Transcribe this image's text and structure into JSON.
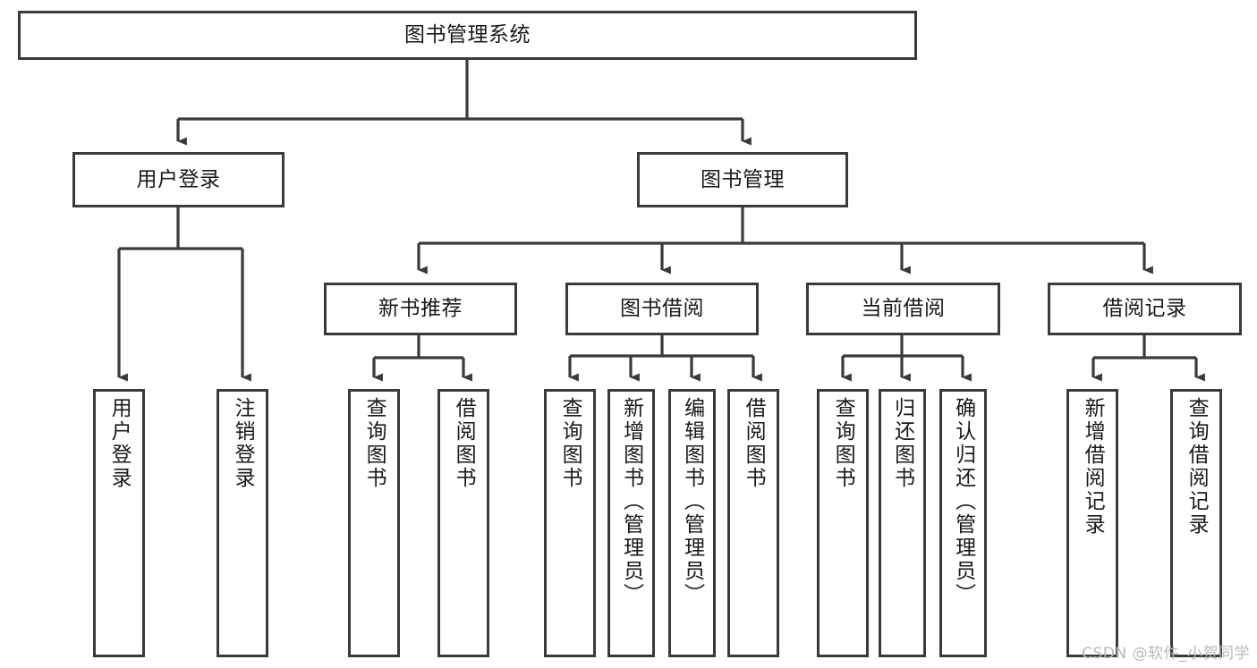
{
  "diagram": {
    "title": "图书管理系统",
    "type": "tree-hierarchy-flowchart",
    "colors": {
      "box_border": "#3a3a3a",
      "box_fill": "#ffffff",
      "edge": "#3a3a3a",
      "text": "#1a1a1a",
      "watermark": "#b9b9b9",
      "background": "#ffffff"
    },
    "watermark": "CSDN @软件_小贺同学",
    "levels": {
      "root": {
        "label": "图书管理系统"
      },
      "level2": [
        {
          "label": "用户登录"
        },
        {
          "label": "图书管理"
        }
      ],
      "level3": [
        {
          "label": "新书推荐"
        },
        {
          "label": "图书借阅"
        },
        {
          "label": "当前借阅"
        },
        {
          "label": "借阅记录"
        }
      ],
      "level4": [
        {
          "label": "用户登录",
          "parent": "用户登录"
        },
        {
          "label": "注销登录",
          "parent": "用户登录"
        },
        {
          "label": "查询图书",
          "parent": "新书推荐"
        },
        {
          "label": "借阅图书",
          "parent": "新书推荐"
        },
        {
          "label": "查询图书",
          "parent": "图书借阅"
        },
        {
          "label": "新增图书（管理员）",
          "parent": "图书借阅"
        },
        {
          "label": "编辑图书（管理员）",
          "parent": "图书借阅"
        },
        {
          "label": "借阅图书",
          "parent": "图书借阅"
        },
        {
          "label": "查询图书",
          "parent": "当前借阅"
        },
        {
          "label": "归还图书",
          "parent": "当前借阅"
        },
        {
          "label": "确认归还（管理员）",
          "parent": "当前借阅"
        },
        {
          "label": "新增借阅记录",
          "parent": "借阅记录"
        },
        {
          "label": "查询借阅记录",
          "parent": "借阅记录"
        }
      ]
    }
  }
}
